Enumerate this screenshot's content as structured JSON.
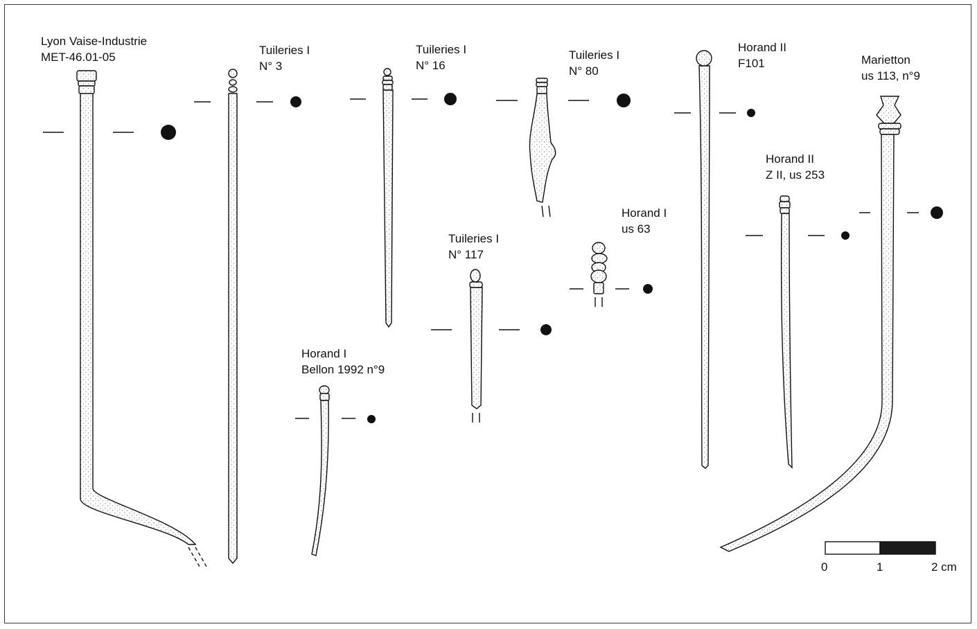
{
  "figure": {
    "specimens": [
      {
        "id": "lyon",
        "line1": "Lyon Vaise-Industrie",
        "line2": "MET-46.01-05"
      },
      {
        "id": "tuileries-3",
        "line1": "Tuileries I",
        "line2": "N° 3"
      },
      {
        "id": "tuileries-16",
        "line1": "Tuileries I",
        "line2": "N° 16"
      },
      {
        "id": "tuileries-80",
        "line1": "Tuileries I",
        "line2": "N° 80"
      },
      {
        "id": "horand2-f101",
        "line1": "Horand II",
        "line2": "F101"
      },
      {
        "id": "marietton",
        "line1": "Marietton",
        "line2": "us 113, n°9"
      },
      {
        "id": "horand2-z2",
        "line1": "Horand II",
        "line2": "Z II, us 253"
      },
      {
        "id": "horand1-us63",
        "line1": "Horand I",
        "line2": "us 63"
      },
      {
        "id": "tuileries-117",
        "line1": "Tuileries I",
        "line2": "N° 117"
      },
      {
        "id": "horand1-bellon",
        "line1": "Horand I",
        "line2": "Bellon 1992 n°9"
      }
    ],
    "scale_bar": {
      "zero": "0",
      "one": "1",
      "two": "2 cm"
    },
    "colors": {
      "ink": "#111111",
      "frame": "#3a3a3a",
      "paper": "#ffffff"
    }
  }
}
